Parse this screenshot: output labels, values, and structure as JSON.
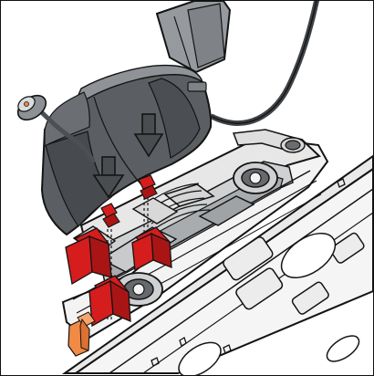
{
  "figure": {
    "kind": "technical-assembly-illustration",
    "colors": {
      "outline": "#141414",
      "motor_body": "#5b5f63",
      "motor_shadow": "#464a4e",
      "motor_highlight": "#8e9296",
      "cable": "#3f4246",
      "tray_face": "#f4f4f4",
      "tray_shadow": "#d7d7d7",
      "tray_deep": "#a8abad",
      "red_clip": "#d51d1d",
      "red_clip_dark": "#a91515",
      "orange_clip": "#f08a45",
      "arrow_fill": "#4a4d50"
    },
    "icons": {
      "left_arrow": "down-arrow",
      "right_arrow": "down-arrow",
      "connector": "round-connector"
    }
  }
}
